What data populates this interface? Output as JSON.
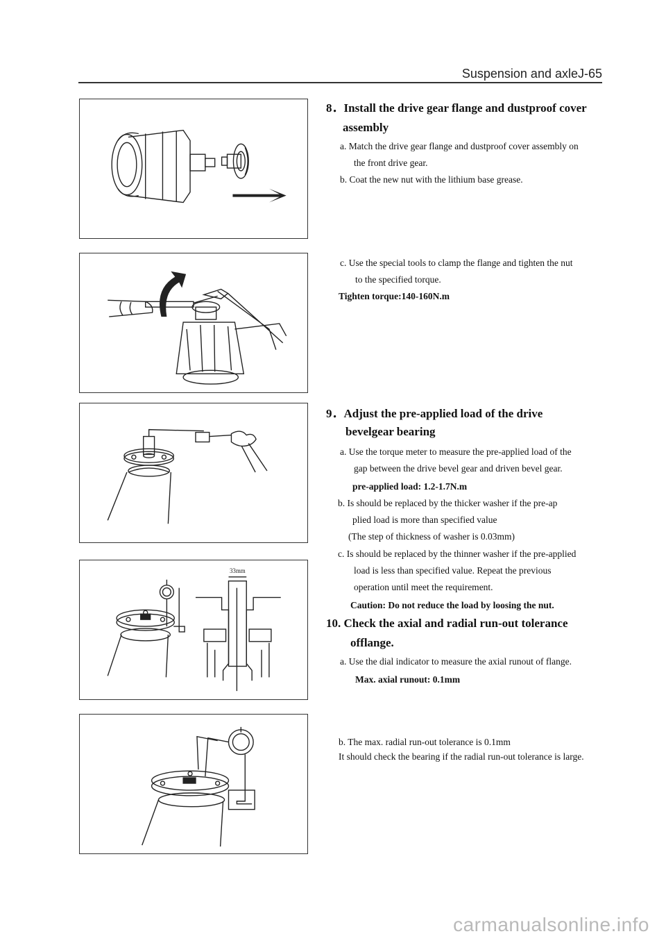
{
  "header": {
    "title": "Suspension and axleJ-65"
  },
  "section8": {
    "heading_line1": "8．Install the drive gear flange and dustproof cover",
    "heading_line2": "assembly",
    "a_line1": "a.   Match the drive gear flange and dustproof cover assembly on",
    "a_line2": "the front drive gear.",
    "b_line1": "b.   Coat the new nut with the lithium base grease.",
    "c_line1": "c.   Use the special tools to clamp the flange and tighten the nut",
    "c_line2": "to the specified torque.",
    "torque": "Tighten torque:140-160N.m"
  },
  "section9": {
    "heading_line1": "9．Adjust the pre-applied load of the drive",
    "heading_line2": "bevelgear bearing",
    "a_line1": "a.   Use the torque meter to measure the pre-applied load of the",
    "a_line2": "gap between the drive bevel gear and driven bevel gear.",
    "a_spec": "pre-applied load:  1.2-1.7N.m",
    "b_line1": "b.   Is should be replaced by the thicker washer if the pre-ap",
    "b_line2": "plied load is more than specified value",
    "b_line3": "(The step of thickness of washer is 0.03mm)",
    "c_line1": "c.   Is should be replaced by the thinner washer if the pre-applied",
    "c_line2": "load is less than specified value. Repeat the previous",
    "c_line3": "operation until meet the requirement.",
    "caution": "Caution: Do not reduce the load by loosing the nut."
  },
  "section10": {
    "heading_line1": "10.  Check the axial and radial run-out tolerance",
    "heading_line2": "offlange.",
    "a_line1": "a.   Use the dial indicator to measure the axial runout of flange.",
    "a_spec": "Max. axial runout: 0.1mm",
    "b_line1": "b.   The max. radial run-out tolerance is 0.1mm",
    "b_line2": "It should check the bearing if the radial run-out tolerance is large."
  },
  "figures": {
    "fig4_label": "33mm"
  },
  "footer": {
    "watermark": "carmanualsonline.info"
  }
}
